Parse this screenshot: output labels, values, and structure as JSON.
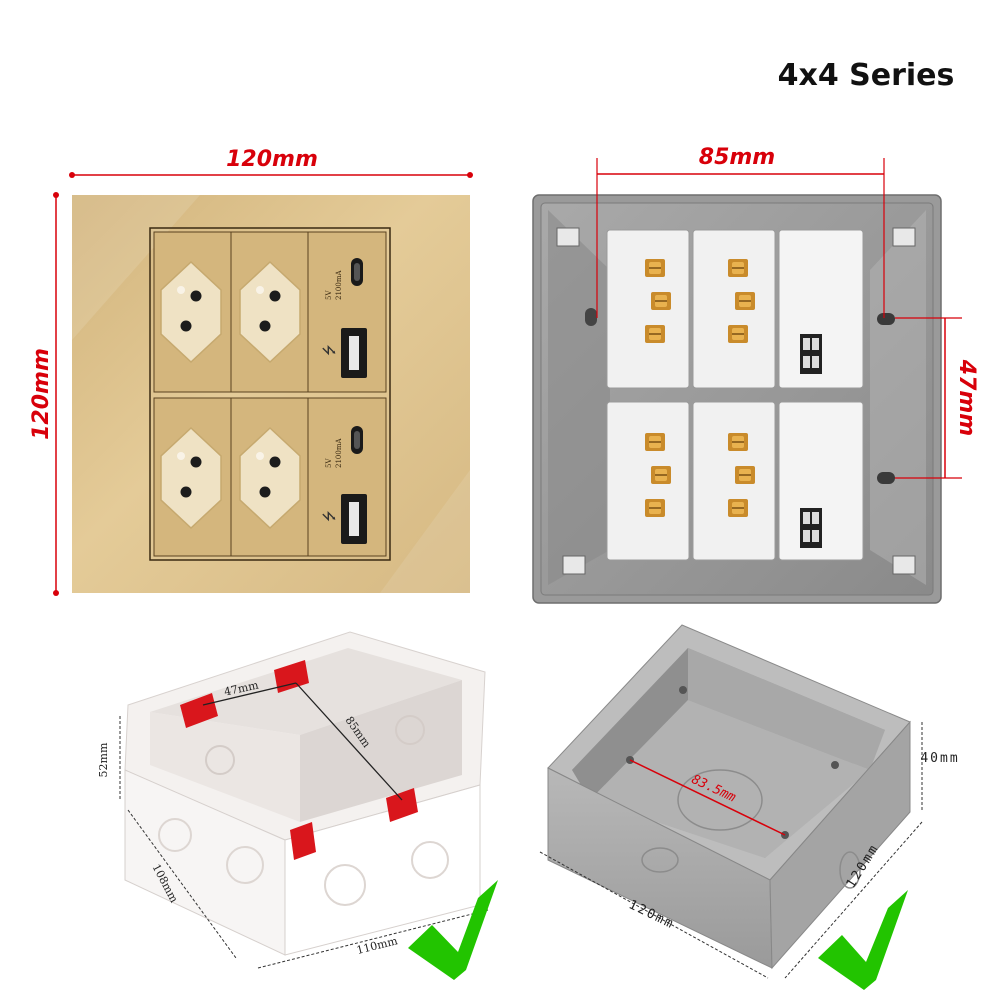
{
  "series_title": "4x4 Series",
  "front_panel": {
    "width_label": "120mm",
    "height_label": "120mm",
    "usb_spec_line1": "5V",
    "usb_spec_line2": "2100mA"
  },
  "back_panel": {
    "mount_spacing_label": "85mm",
    "vertical_spacing_label": "47mm"
  },
  "white_box": {
    "hole_spacing_h": "47mm",
    "hole_spacing_diag": "85mm",
    "depth_label": "52mm",
    "side_label": "108mm",
    "front_label": "110mm"
  },
  "metal_box": {
    "hole_spacing": "83.5mm",
    "depth_label": "40mm",
    "side_label": "120mm",
    "front_label": "120mm"
  },
  "colors": {
    "dimension_red": "#d8000a",
    "gold_panel": "#d9bd86",
    "check_green": "#22c400"
  }
}
